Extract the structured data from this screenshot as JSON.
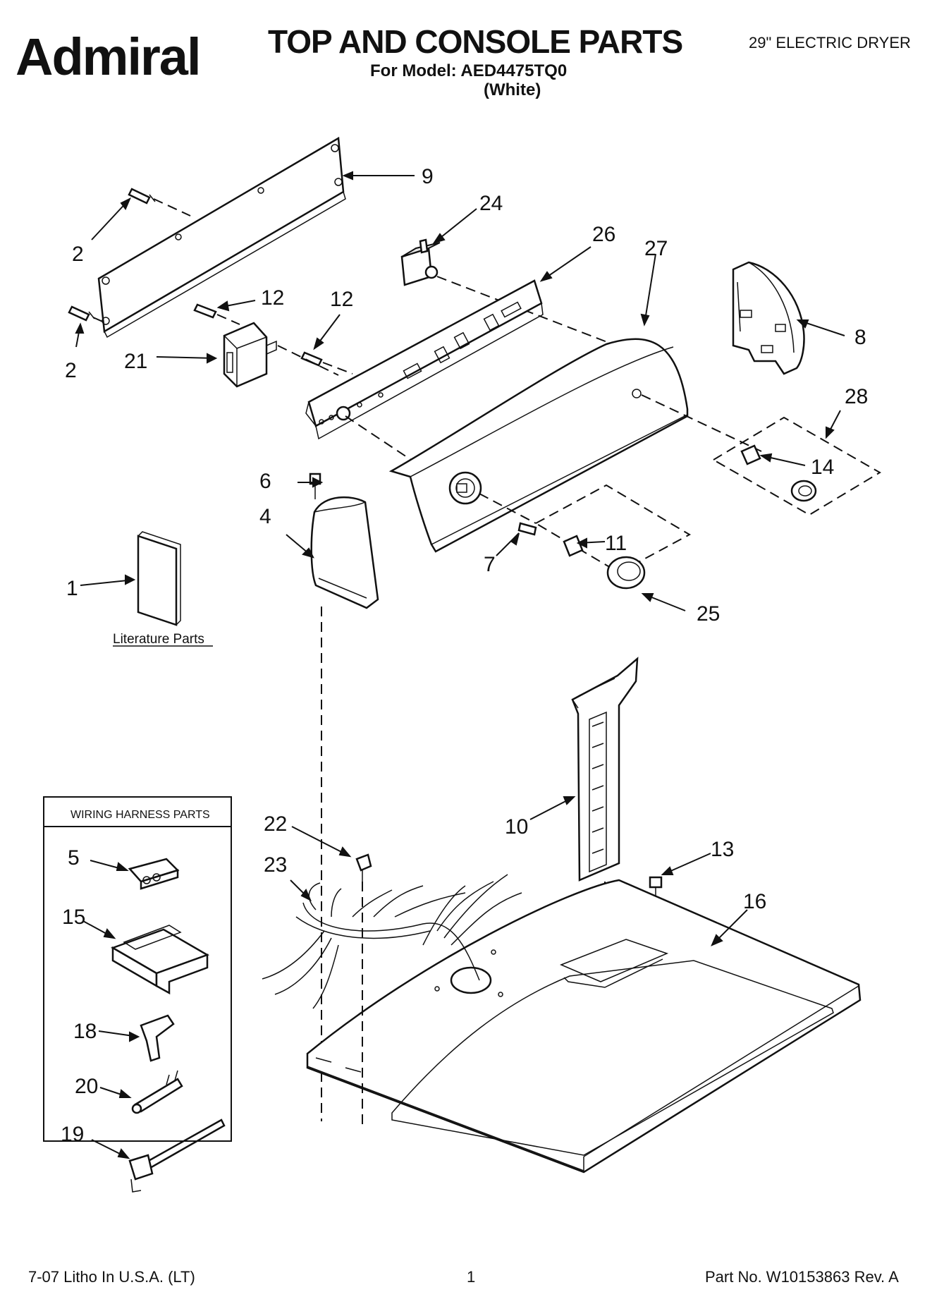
{
  "header": {
    "brand": "Admiral",
    "title": "TOP AND CONSOLE PARTS",
    "model_line": "For Model: AED4475TQ0",
    "color_line": "(White)",
    "product": "29\" ELECTRIC DRYER"
  },
  "diagram": {
    "literature_label": "Literature Parts",
    "wiring_box_title": "WIRING HARNESS PARTS",
    "callouts": [
      {
        "id": "c1",
        "text": "1"
      },
      {
        "id": "c2a",
        "text": "2"
      },
      {
        "id": "c2b",
        "text": "2"
      },
      {
        "id": "c4",
        "text": "4"
      },
      {
        "id": "c5",
        "text": "5"
      },
      {
        "id": "c6",
        "text": "6"
      },
      {
        "id": "c7",
        "text": "7"
      },
      {
        "id": "c8",
        "text": "8"
      },
      {
        "id": "c9",
        "text": "9"
      },
      {
        "id": "c10",
        "text": "10"
      },
      {
        "id": "c11",
        "text": "11"
      },
      {
        "id": "c12a",
        "text": "12"
      },
      {
        "id": "c12b",
        "text": "12"
      },
      {
        "id": "c13",
        "text": "13"
      },
      {
        "id": "c14",
        "text": "14"
      },
      {
        "id": "c15",
        "text": "15"
      },
      {
        "id": "c16",
        "text": "16"
      },
      {
        "id": "c18",
        "text": "18"
      },
      {
        "id": "c19",
        "text": "19"
      },
      {
        "id": "c20",
        "text": "20"
      },
      {
        "id": "c21",
        "text": "21"
      },
      {
        "id": "c22",
        "text": "22"
      },
      {
        "id": "c23",
        "text": "23"
      },
      {
        "id": "c24",
        "text": "24"
      },
      {
        "id": "c25",
        "text": "25"
      },
      {
        "id": "c26",
        "text": "26"
      },
      {
        "id": "c27",
        "text": "27"
      },
      {
        "id": "c28",
        "text": "28"
      }
    ]
  },
  "footer": {
    "left": "7-07 Litho In U.S.A. (LT)",
    "page_number": "1",
    "right": "Part No. W10153863 Rev. A"
  }
}
